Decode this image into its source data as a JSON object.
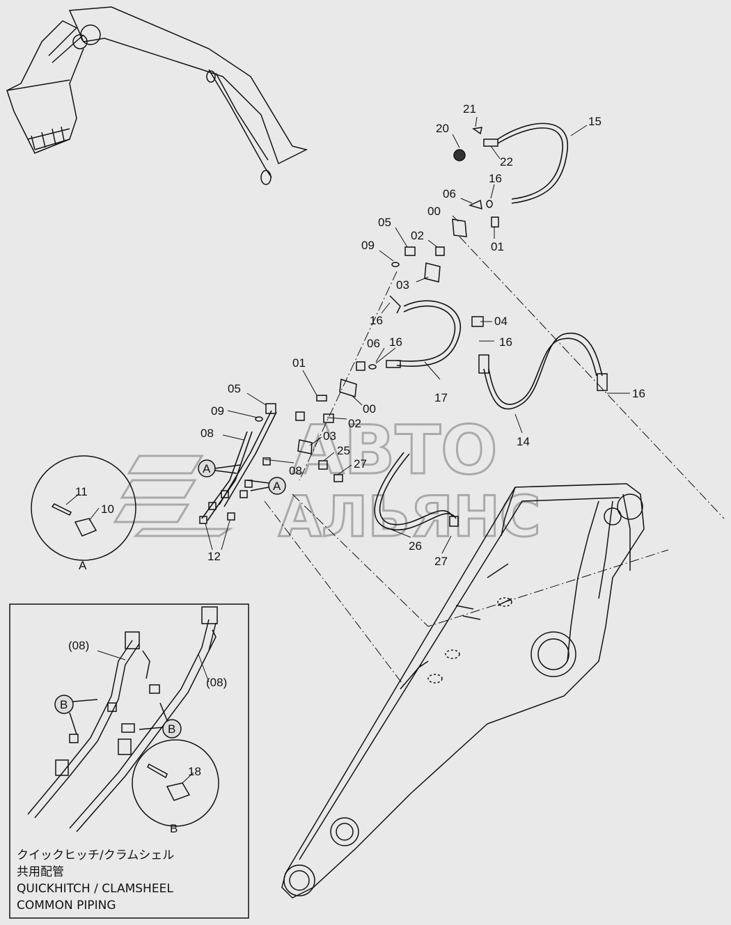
{
  "part_labels": {
    "p21": "21",
    "p20": "20",
    "p15": "15",
    "p22": "22",
    "p16a": "16",
    "p06a": "06",
    "p00a": "00",
    "p01a": "01",
    "p05a": "05",
    "p02a": "02",
    "p09a": "09",
    "p03a": "03",
    "p16b": "16",
    "p04": "04",
    "p16c": "16",
    "p06b": "06",
    "p16d": "16",
    "p01b": "01",
    "p00b": "00",
    "p05b": "05",
    "p09b": "09",
    "p02b": "02",
    "p08a": "08",
    "p03b": "03",
    "p25": "25",
    "p27a": "27",
    "p08b": "08",
    "p17": "17",
    "p14": "14",
    "p16e": "16",
    "p26": "26",
    "p27b": "27",
    "p11": "11",
    "p10": "10",
    "p12": "12",
    "p18": "18",
    "p08c": "(08)",
    "p08d": "(08)"
  },
  "callouts": {
    "A1": "A",
    "A2": "A",
    "A_detail": "A",
    "B1": "B",
    "B2": "B",
    "B_detail": "B"
  },
  "watermark": {
    "line1": "АВТО",
    "line2": "АЛЬЯНС"
  },
  "caption": {
    "jp_line1": "クイックヒッチ/クラムシェル",
    "jp_line2": "共用配管",
    "en_line1": "QUICKHITCH / CLAMSHEEL",
    "en_line2": "COMMON  PIPING"
  }
}
